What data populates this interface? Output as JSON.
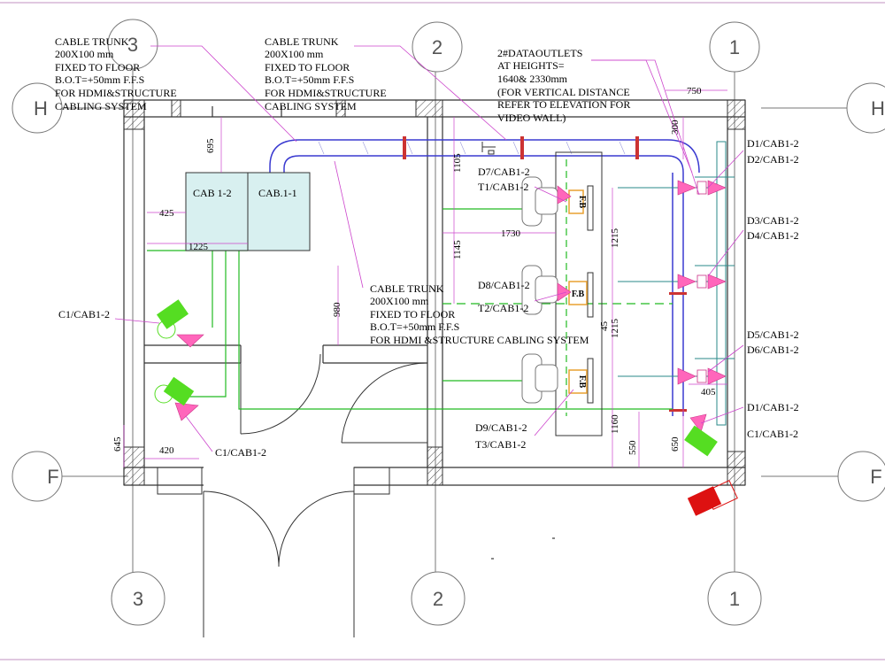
{
  "grid": {
    "top": [
      "3",
      "2",
      "1"
    ],
    "bottom": [
      "3",
      "2",
      "1"
    ],
    "left": [
      "H",
      "F"
    ],
    "right": [
      "H",
      "F"
    ]
  },
  "notes": {
    "trunk_left": [
      "CABLE TRUNK",
      "200X100 mm",
      "FIXED TO FLOOR",
      "B.O.T=+50mm F.F.S",
      "FOR HDMI&STRUCTURE",
      "CABLING SYSTEM"
    ],
    "trunk_top": [
      "CABLE TRUNK",
      "200X100 mm",
      "FIXED TO FLOOR",
      "B.O.T=+50mm F.F.S",
      "FOR HDMI&STRUCTURE",
      "CABLING SYSTEM"
    ],
    "data_outlets": [
      "2#DATAOUTLETS",
      "AT HEIGHTS=",
      "1640& 2330mm",
      "(FOR VERTICAL DISTANCE",
      "REFER TO ELEVATION FOR",
      "VIDEO WALL)"
    ],
    "trunk_center": [
      "CABLE TRUNK",
      "200X100 mm",
      "FIXED TO FLOOR",
      "B.O.T=+50mm F.F.S",
      "FOR HDMI &STRUCTURE CABLING SYSTEM"
    ]
  },
  "cabinets": {
    "cab1": "CAB 1-2",
    "cab2": "CAB.1-1"
  },
  "fb_label": "F.B",
  "labels": {
    "d7": "D7/CAB1-2",
    "t1": "T1/CAB1-2",
    "d8": "D8/CAB1-2",
    "t2": "T2/CAB1-2",
    "d9": "D9/CAB1-2",
    "t3": "T3/CAB1-2",
    "c1_left": "C1/CAB1-2",
    "c1_bottom": "C1/CAB1-2",
    "d1_top": "D1/CAB1-2",
    "d2": "D2/CAB1-2",
    "d3": "D3/CAB1-2",
    "d4": "D4/CAB1-2",
    "d5": "D5/CAB1-2",
    "d6": "D6/CAB1-2",
    "d1_low": "D1/CAB1-2",
    "c1_right": "C1/CAB1-2"
  },
  "dimensions": {
    "d750": "750",
    "d300": "300",
    "d695": "695",
    "d425": "425",
    "d1225": "1225",
    "d1105": "1105",
    "d1145": "1145",
    "d1730": "1730",
    "d980": "980",
    "d1215a": "1215",
    "d1215b": "1215",
    "d45": "45",
    "d1160": "1160",
    "d550": "550",
    "d650": "650",
    "d405": "405",
    "d645": "645",
    "d420": "420"
  },
  "colors": {
    "wall": "#333333",
    "trunk": "#3a3ad0",
    "cable": "#22bb22",
    "leader": "#cc44cc",
    "outlet": "#ff66bb",
    "camera": "#55dd22",
    "camera_red": "#dd1111",
    "grid": "#666666",
    "dim": "#cc44cc"
  }
}
